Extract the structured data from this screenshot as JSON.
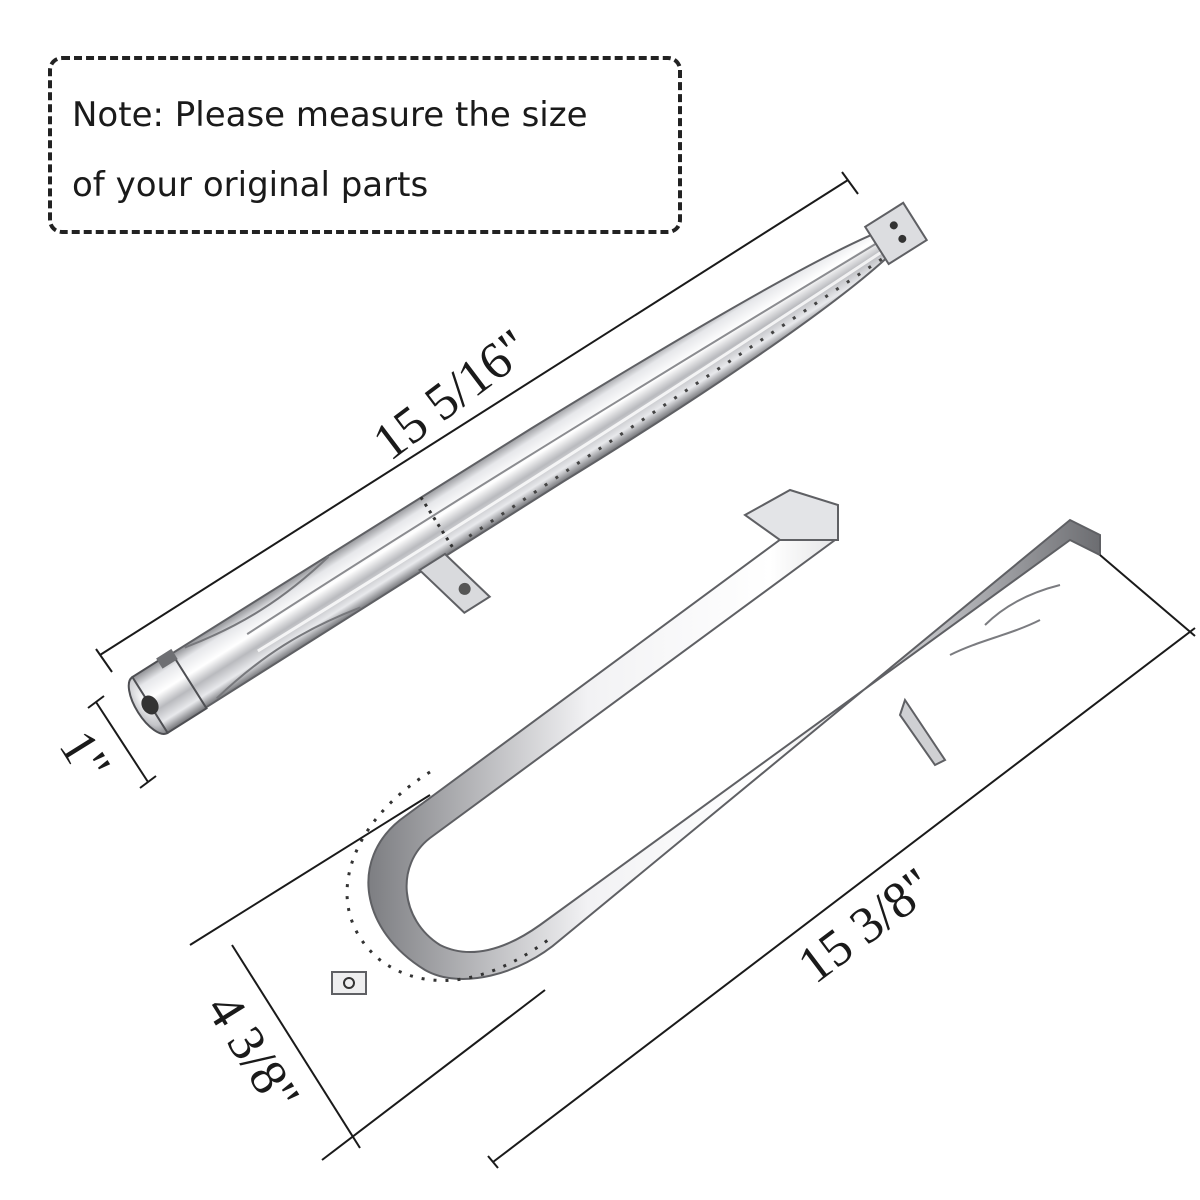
{
  "note": {
    "line1": "Note: Please measure the size",
    "line2": "of your original parts"
  },
  "dimensions": {
    "straight_burner_length": "15 5/16\"",
    "straight_burner_diameter": "1\"",
    "u_burner_length": "15 3/8\"",
    "u_burner_width": "4 3/8\""
  },
  "colors": {
    "steel_light": "#f4f4f6",
    "steel_mid": "#c9cacd",
    "steel_dark": "#7b7c80",
    "line": "#1a1a1a"
  }
}
